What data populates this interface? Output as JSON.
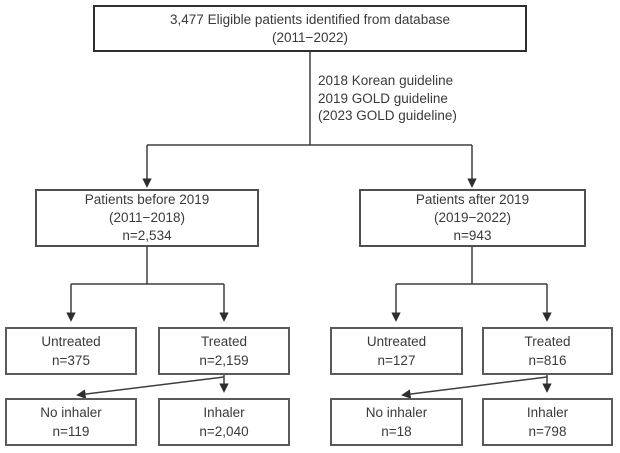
{
  "diagram": {
    "title_box": {
      "line1": "3,477 Eligible patients identified from database",
      "line2": "(2011−2022)"
    },
    "guideline_note": {
      "line1": "2018 Korean guideline",
      "line2": "2019 GOLD guideline",
      "line3": "(2023 GOLD guideline)"
    },
    "before": {
      "group": {
        "line1": "Patients before 2019",
        "line2": "(2011−2018)",
        "line3": "n=2,534"
      },
      "untreated": {
        "label": "Untreated",
        "count": "n=375"
      },
      "treated": {
        "label": "Treated",
        "count": "n=2,159"
      },
      "no_inhaler": {
        "label": "No inhaler",
        "count": "n=119"
      },
      "inhaler": {
        "label": "Inhaler",
        "count": "n=2,040"
      }
    },
    "after": {
      "group": {
        "line1": "Patients after 2019",
        "line2": "(2019−2022)",
        "line3": "n=943"
      },
      "untreated": {
        "label": "Untreated",
        "count": "n=127"
      },
      "treated": {
        "label": "Treated",
        "count": "n=816"
      },
      "no_inhaler": {
        "label": "No inhaler",
        "count": "n=18"
      },
      "inhaler": {
        "label": "Inhaler",
        "count": "n=798"
      }
    },
    "colors": {
      "background": "#ffffff",
      "box_border": "#4f4f4f",
      "top_box_border": "#2e2e2e",
      "small_box_border": "#5a5a5a",
      "text": "#3a3a3a",
      "connector": "#3f3f3f"
    }
  }
}
